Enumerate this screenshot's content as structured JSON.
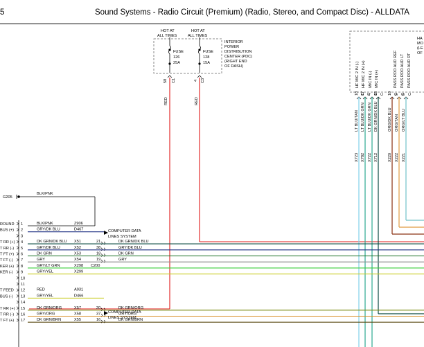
{
  "header": {
    "page_number": "5",
    "title": "Sound Systems - Radio Circuit (Premium) (Radio, Stereo, and Compact Disc) - ALLDATA"
  },
  "colors": {
    "red": "#e01818",
    "dk_grn_dk_blu": "#0a4a42",
    "gry_dk_blu": "#1a2c80",
    "dk_grn": "#0f6a1c",
    "gry": "#8c8c8c",
    "gry_lt_grn": "#3ecf3e",
    "gry_yel": "#c8cc20",
    "dk_grn_org": "#7a8a10",
    "gry_org": "#d88a20",
    "dk_grn_brn": "#5a4a12",
    "lt_blu_tan": "#7fd0e8",
    "lt_blu_grn": "#2aa890",
    "org_dk_blu": "#8a3010",
    "org_tan": "#e09a40",
    "org_lt_blu": "#70c0c8"
  },
  "pdc": {
    "hot1": [
      "HOT AT",
      "ALL TIMES"
    ],
    "hot2": [
      "HOT AT",
      "ALL TIMES"
    ],
    "fuse1": [
      "FUSE",
      "126",
      "25A"
    ],
    "fuse2": [
      "FUSE",
      "128",
      "15A"
    ],
    "label": [
      "INTERIOR",
      "POWER",
      "DISTRIBUTION",
      "CENTER (PDC)",
      "(RIGHT END",
      "OF DASH)"
    ],
    "pin1": "58",
    "conn1": "C1",
    "pin2": "4",
    "conn2": "C3",
    "wire1": "RED",
    "wire2": "RED"
  },
  "hands_free": {
    "label": [
      "HA",
      "MO",
      "(LE",
      "OF"
    ],
    "pins": [
      "HF MIC 2 IN (-)",
      "HF MIC 2 IN (+)",
      "MIC IN (-)",
      "MIC IN (+)",
      "PASS RDO AUD REF",
      "PASS RDO AUD LT",
      "PASS RDO AUD RT"
    ],
    "pin_numbers": [
      "18",
      "17",
      "4",
      "16",
      "10",
      "9",
      "8"
    ],
    "conns": [
      "C",
      "C",
      "C",
      "C",
      "C",
      "C",
      "C"
    ],
    "wire_colors": [
      "LT BLU/TAN",
      "LT BLU/DK GRN",
      "LT BLU/DK GRN",
      "DK GRN/DK BLU",
      "ORG/DK BLU",
      "ORG/TAN",
      "ORG/LT BLU"
    ],
    "circuits": [
      "X723",
      "X782",
      "X722",
      "X712",
      "X220",
      "X222",
      "X221"
    ]
  },
  "ground": {
    "label": "G205",
    "wire": "BLK/PNK"
  },
  "connector_rows": [
    {
      "num": "1",
      "color": "BLK/PNK",
      "circuit": "Z906",
      "pin": "",
      "label": "ROUND",
      "right_color": ""
    },
    {
      "num": "2",
      "color": "GRY/DK BLU",
      "circuit": "D467",
      "pin": "",
      "label": "BUS (+)",
      "right_color": ""
    },
    {
      "num": "3",
      "color": "",
      "circuit": "",
      "pin": "",
      "label": "",
      "right_color": ""
    },
    {
      "num": "4",
      "color": "DK GRN/DK BLU",
      "circuit": "X51",
      "pin": "21",
      "label": "T RR (+)",
      "right_color": "DK GRN/DK BLU"
    },
    {
      "num": "5",
      "color": "GRY/DK BLU",
      "circuit": "X52",
      "pin": "38",
      "label": "T RR (-)",
      "right_color": "GRY/DK BLU"
    },
    {
      "num": "6",
      "color": "DK GRN",
      "circuit": "X53",
      "pin": "18",
      "label": "T FT (+)",
      "right_color": "DK GRN"
    },
    {
      "num": "7",
      "color": "GRY",
      "circuit": "X54",
      "pin": "19",
      "label": "T FT (-)",
      "right_color": "GRY"
    },
    {
      "num": "8",
      "color": "GRY/LT GRN",
      "circuit": "X298",
      "pin": "C200",
      "label": "KER (+)",
      "right_color": ""
    },
    {
      "num": "9",
      "color": "GRY/YEL",
      "circuit": "X299",
      "pin": "",
      "label": "KER (-)",
      "right_color": ""
    },
    {
      "num": "10",
      "color": "",
      "circuit": "",
      "pin": "",
      "label": "",
      "right_color": ""
    },
    {
      "num": "11",
      "color": "",
      "circuit": "",
      "pin": "",
      "label": "",
      "right_color": ""
    },
    {
      "num": "12",
      "color": "RED",
      "circuit": "A931",
      "pin": "",
      "label": "T FEED",
      "right_color": ""
    },
    {
      "num": "13",
      "color": "GRY/YEL",
      "circuit": "D466",
      "pin": "",
      "label": "BUS (-)",
      "right_color": ""
    },
    {
      "num": "14",
      "color": "",
      "circuit": "",
      "pin": "",
      "label": "",
      "right_color": ""
    },
    {
      "num": "15",
      "color": "DK GRN/ORG",
      "circuit": "X57",
      "pin": "20",
      "label": "T RR (+)",
      "right_color": "DK GRN/ORG"
    },
    {
      "num": "16",
      "color": "GRY/ORG",
      "circuit": "X58",
      "pin": "37",
      "label": "T RR (-)",
      "right_color": "GRY/ORG"
    },
    {
      "num": "17",
      "color": "DK GRN/BRN",
      "circuit": "X55",
      "pin": "16",
      "label": "T FT (+)",
      "right_color": "DK GRN/BRN"
    }
  ],
  "computer_data": [
    "COMPUTER DATA",
    "LINES SYSTEM"
  ],
  "computer_data_2": [
    "COMPUTER DATA",
    "LINES SYSTEM"
  ]
}
